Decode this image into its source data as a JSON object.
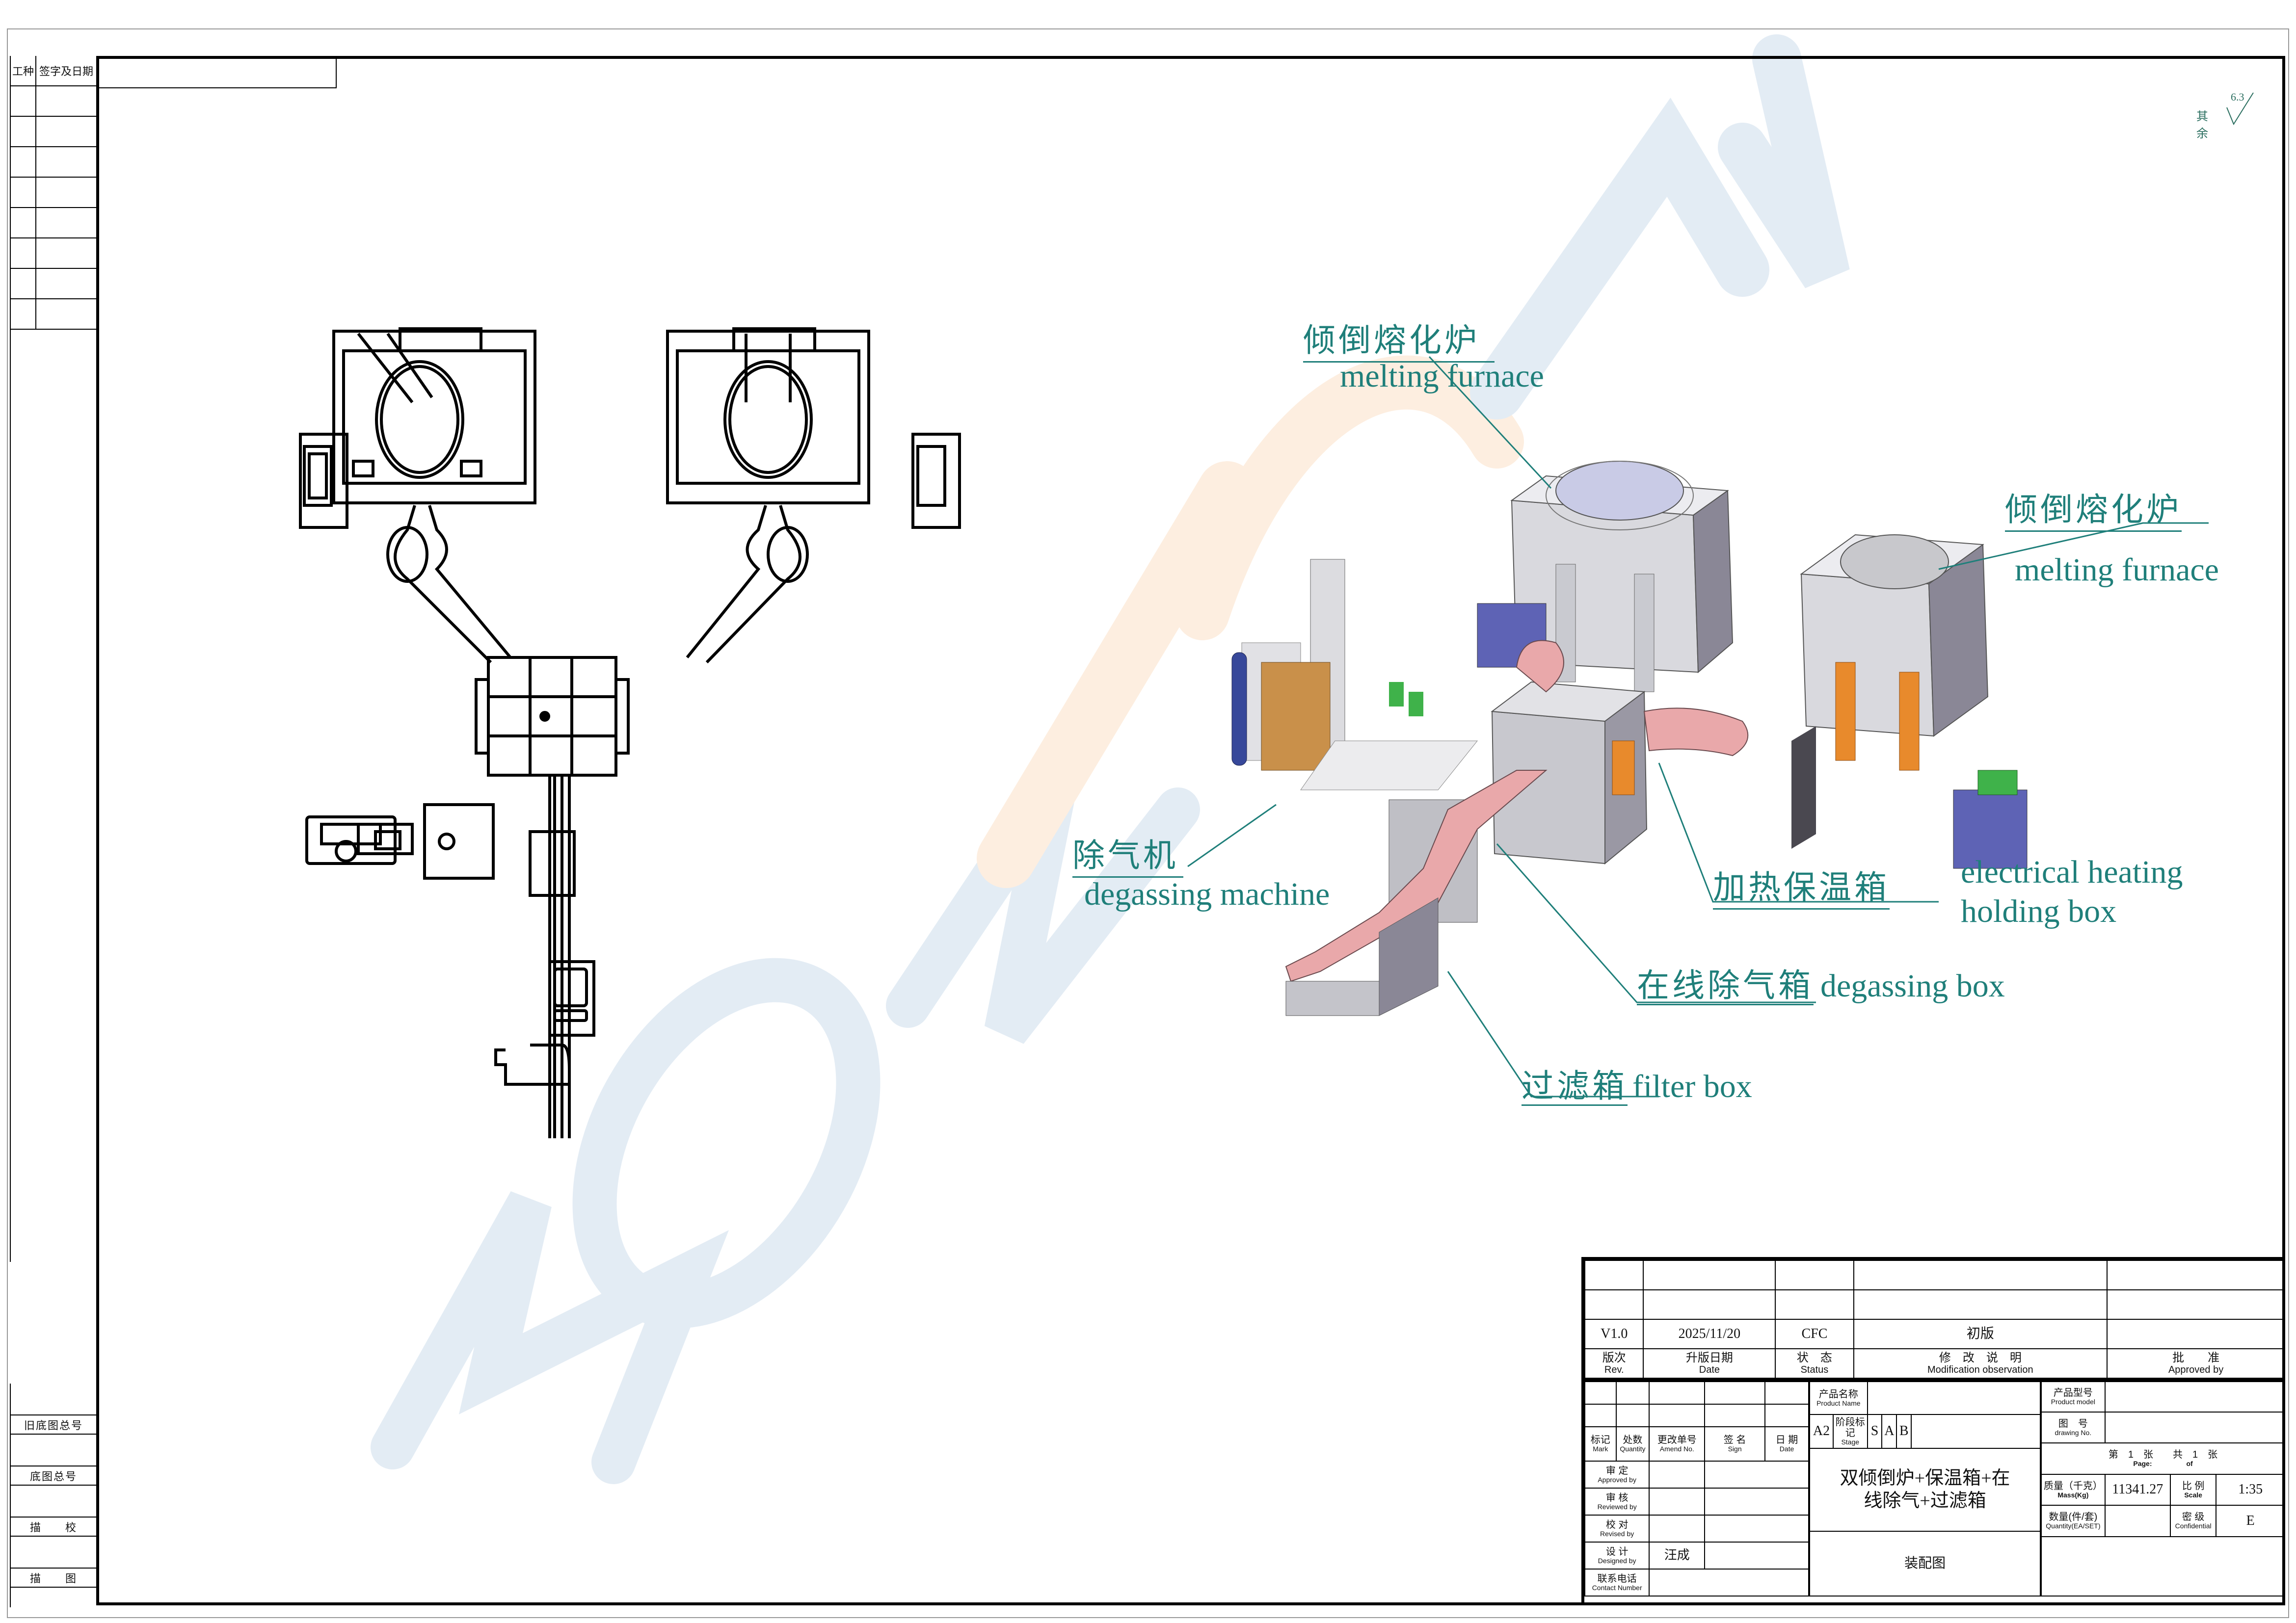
{
  "sheet": {
    "left_strip": {
      "header": {
        "col1": "工种",
        "col2": "签字及日期"
      },
      "empty_rows": 8,
      "bottom_labels": [
        "旧底图总号",
        "底图总号",
        "描　　校",
        "描　　图"
      ]
    },
    "surface_finish": {
      "label": "其余",
      "value": "6.3",
      "symbol": "roughness-check-symbol"
    },
    "watermark": {
      "text": "WONDERY",
      "colors": {
        "blue": "#e3ecf4",
        "orange": "#fdeee0"
      }
    }
  },
  "callouts": [
    {
      "cn": "倾倒熔化炉",
      "en": "melting furnace"
    },
    {
      "cn": "倾倒熔化炉",
      "en": "melting furnace"
    },
    {
      "cn": "除气机",
      "en": "degassing machine"
    },
    {
      "cn": "加热保温箱",
      "en": "electrical heating",
      "en2": "holding box"
    },
    {
      "cn": "在线除气箱",
      "en": "degassing box"
    },
    {
      "cn": "过滤箱",
      "en": "filter box"
    }
  ],
  "title_block": {
    "revision_row": {
      "rev": "V1.0",
      "date": "2025/11/20",
      "status": "CFC",
      "modification": "初版",
      "approved_by": ""
    },
    "revision_headers": [
      {
        "cn": "版次",
        "en": "Rev."
      },
      {
        "cn": "升版日期",
        "en": "Date"
      },
      {
        "cn": "状　态",
        "en": "Status"
      },
      {
        "cn": "修　改　说　明",
        "en": "Modification observation"
      },
      {
        "cn": "批　　准",
        "en": "Approved by"
      }
    ],
    "change_headers": [
      {
        "cn": "标记",
        "en": "Mark"
      },
      {
        "cn": "处数",
        "en": "Quantity"
      },
      {
        "cn": "更改单号",
        "en": "Amend No."
      },
      {
        "cn": "签 名",
        "en": "Sign"
      },
      {
        "cn": "日 期",
        "en": "Date"
      }
    ],
    "signoff": [
      {
        "cn": "审 定",
        "en": "Approved by",
        "value": ""
      },
      {
        "cn": "审 核",
        "en": "Reviewed by",
        "value": ""
      },
      {
        "cn": "校 对",
        "en": "Revised by",
        "value": ""
      },
      {
        "cn": "设 计",
        "en": "Designed by",
        "value": "汪成"
      },
      {
        "cn": "联系电话",
        "en": "Contact Number",
        "value": ""
      }
    ],
    "product_name": {
      "cn": "产品名称",
      "en": "Product Name",
      "value": ""
    },
    "product_model": {
      "cn": "产品型号",
      "en": "Product model",
      "value": ""
    },
    "drawing_no": {
      "cn": "图　号",
      "en": "drawing No.",
      "value": ""
    },
    "sheet_size": "A2",
    "stage": {
      "cn": "阶段标记",
      "en": "Stage",
      "marks": [
        "S",
        "A",
        "B",
        ""
      ]
    },
    "title": "双倾倒炉+保温箱+在线除气+过滤箱",
    "title_line1": "双倾倒炉+保温箱+在",
    "title_line2": "线除气+过滤箱",
    "drawing_type": "装配图",
    "page": {
      "cn": "第　1　张　　共　1　张",
      "en_page": "Page:",
      "en_of": "of",
      "current": "1",
      "total": "1"
    },
    "mass": {
      "cn": "质量（千克）",
      "en": "Mass(Kg)",
      "value": "11341.27"
    },
    "scale": {
      "cn": "比 例",
      "en": "Scale",
      "value": "1:35"
    },
    "quantity": {
      "cn": "数量(件/套)",
      "en": "Quantity(EA/SET)",
      "value": ""
    },
    "confidential": {
      "cn": "密 级",
      "en": "Confidential",
      "value": "E"
    }
  }
}
